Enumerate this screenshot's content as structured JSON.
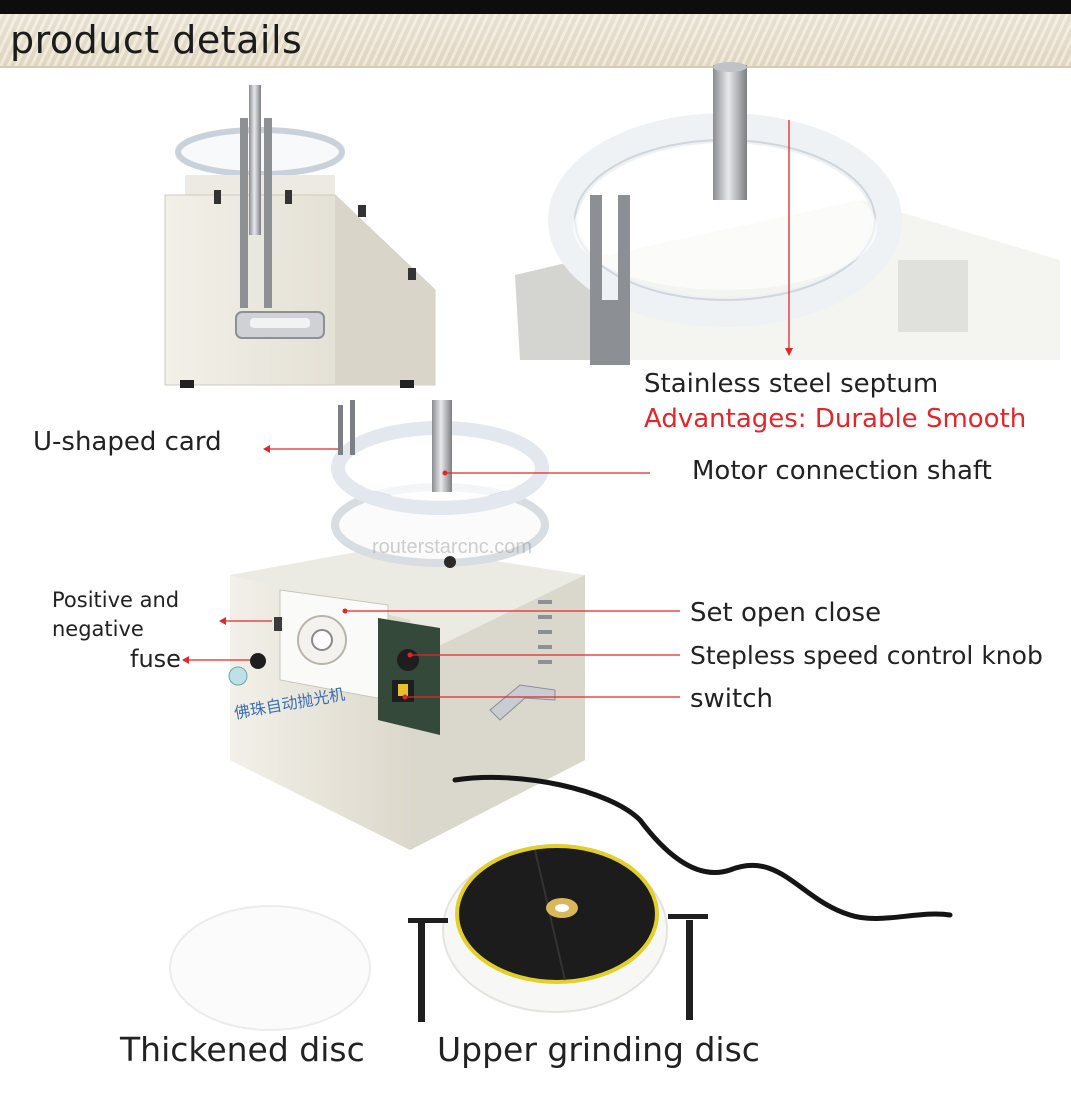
{
  "header": {
    "title": "product details"
  },
  "watermark": "routerstarcnc.com",
  "colors": {
    "annotation_red": "#e3262b",
    "machine_body": "#ece9df",
    "disc_black": "#1c1c1c",
    "disc_yellow": "#e2cf2a"
  },
  "callouts": {
    "septum": "Stainless steel septum",
    "advantages": "Advantages: Durable Smooth",
    "u_card": "U-shaped card",
    "motor_shaft": "Motor connection shaft",
    "positive_negative_line1": "Positive and",
    "positive_negative_line2": "negative",
    "fuse": "fuse",
    "set_open_close": "Set open close",
    "speed_knob": "Stepless speed control knob",
    "switch": "switch"
  },
  "captions": {
    "thickened_disc": "Thickened disc",
    "upper_grinding_disc": "Upper grinding disc"
  },
  "machine_panel": {
    "logo_text": "佛珠自动抛光机"
  }
}
